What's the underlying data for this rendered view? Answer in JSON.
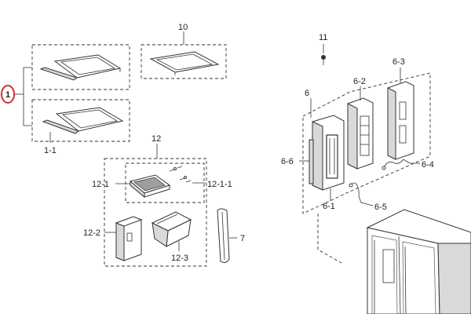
{
  "callouts": {
    "c1": "1",
    "c1_1": "1-1",
    "c10": "10",
    "c12": "12",
    "c12_1": "12-1",
    "c12_1_1": "12-1-1",
    "c12_2": "12-2",
    "c12_3": "12-3",
    "c7": "7",
    "c11": "11",
    "c6": "6",
    "c6_2": "6-2",
    "c6_3": "6-3",
    "c6_4": "6-4",
    "c6_5": "6-5",
    "c6_6": "6-6",
    "c6_1": "6-1"
  },
  "colors": {
    "highlight_ring": "#d32f2f",
    "line": "#333333",
    "part_fill_grey": "#d9d9d9"
  }
}
